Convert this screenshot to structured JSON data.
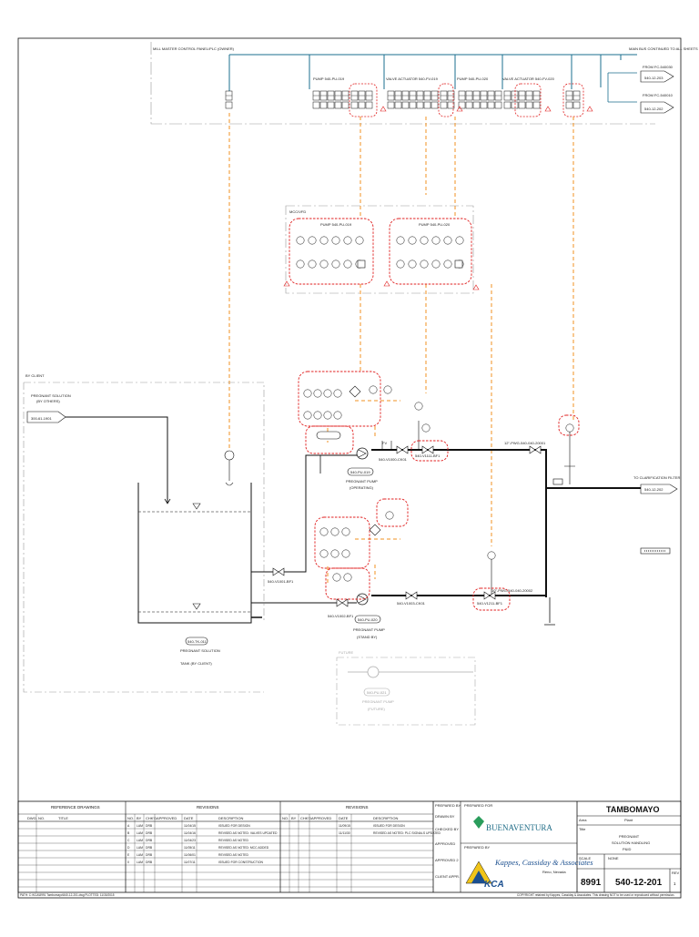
{
  "panel": {
    "mcp_label": "MILL MASTER CONTROL PANEL/PLC (OWNER)",
    "pump_group_1": "PUMP 540-PU-019",
    "valve_act_1": "VALVE ACTUATOR 540-FV-019",
    "pump_group_2": "PUMP 540-PU-020",
    "valve_act_2": "VALVE ACTUATOR 540-FV-020",
    "bus_note": "MAIN BUS CONTINUED TO ALL SHEETS",
    "from_1": "FROM FC-540030",
    "from_1_dwg": "540-12-203",
    "from_2": "FROM FC-540010",
    "from_2_dwg": "540-12-202"
  },
  "mcc": {
    "label": "MCC/VFD",
    "pump_1": "PUMP 540-PU-019",
    "pump_2": "PUMP 540-PU-020"
  },
  "process": {
    "by_client": "BY CLIENT",
    "pregnant_solution": "PREGNANT SOLUTION",
    "by_others": "(BY OTHERS)",
    "source_dwg": "300-61-1901",
    "tank_tag": "540-TK-011",
    "tank_name": "PREGNANT SOLUTION",
    "tank_note": "TANK (BY CLIENT)",
    "pump_1_tag": "540-PU-019",
    "pump_1_name": "PREGNANT PUMP",
    "pump_1_state": "(OPERATING)",
    "pump_2_tag": "540-PU-020",
    "pump_2_name": "PREGNANT PUMP",
    "pump_2_state": "(STAND BY)",
    "future": "FUTURE",
    "future_tag": "540-PU-021",
    "future_name": "PREGNANT PUMP",
    "future_state": "(FUTURE)",
    "to_label": "TO CLARIFICATION FILTER",
    "to_dwg": "540-12-202",
    "main_line": "12\"-PWG-540-040-20001",
    "line_2": "10\"-PWG-540-040-20002",
    "suction_1": "540-V1001-BF1",
    "suction_2": "540-V1002-BF1",
    "check_1": "540-V1000-CK01",
    "check_2": "540-V1003-CK01",
    "valve_1": "540-V1111-BF1",
    "valve_2": "540-V1211-BF1",
    "tag_1": "FV"
  },
  "titleblock": {
    "ref_header": "REFERENCE DRAWINGS",
    "dwg_no": "DWG. NO.",
    "title_col": "TITLE",
    "revisions": "REVISIONS",
    "revisions_2": "REVISIONS",
    "rev_headers": [
      "NO.",
      "BY",
      "CHK'D",
      "APPROVED",
      "DATE",
      "DESCRIPTION"
    ],
    "rev_rows": [
      [
        "A",
        "LAM",
        "DRB",
        "",
        "11/04/15",
        "ISSUED FOR DESIGN"
      ],
      [
        "B",
        "LAM",
        "DRB",
        "",
        "11/04/16",
        "REVISED AS NOTED: VALVES UPDATED"
      ],
      [
        "C",
        "LAM",
        "DRB",
        "",
        "11/04/23",
        "REVISED AS NOTED"
      ],
      [
        "D",
        "LAM",
        "DRB",
        "",
        "11/05/11",
        "REVISED AS NOTED: MCC ADDED"
      ],
      [
        "E",
        "LAM",
        "DRB",
        "",
        "11/06/01",
        "REVISED AS NOTED"
      ],
      [
        "0",
        "LAM",
        "DRB",
        "",
        "11/07/11",
        "ISSUED FOR CONSTRUCTION"
      ]
    ],
    "rev_right_rows": [
      [
        "",
        "",
        "",
        "",
        "11/09/15",
        "ISSUED FOR DESIGN"
      ],
      [
        "",
        "",
        "",
        "",
        "11/11/30",
        "REVISED AS NOTED: PLC SIGNALS UPDATED"
      ]
    ],
    "prepared_by": "PREPARED BY",
    "drawn_by": "DRAWN BY",
    "checked_by": "CHECKED BY",
    "approved": "APPROVED",
    "approved_2": "APPROVED 2",
    "client_appr": "CLIENT APPR.",
    "prepared_for": "PREPARED FOR",
    "client_logo": "BUENAVENTURA",
    "consultant": "Kappes, Cassiday & Associates",
    "consultant_city": "Reno, Nevada",
    "kca": "KCA",
    "project": "TAMBOMAYO",
    "area_label": "Area",
    "area": "Plant",
    "title_label": "Title",
    "title_1": "PREGNANT",
    "title_2": "SOLUTION HANDLING",
    "dwg_title": "P&ID",
    "job_no": "8991",
    "drawing_no": "540-12-201",
    "rev": "1",
    "rev_label": "REV",
    "scale_label": "SCALE",
    "scale": "NONE",
    "copyright": "COPYRIGHT retained by Kappes, Cassiday & Associates. This drawing NOT to be used or reproduced without permission.",
    "file_path": "PATH: C:\\KCA\\8991 Tambomayo\\540-12-201.dwg  PLOTTED: 11/30/2015"
  }
}
